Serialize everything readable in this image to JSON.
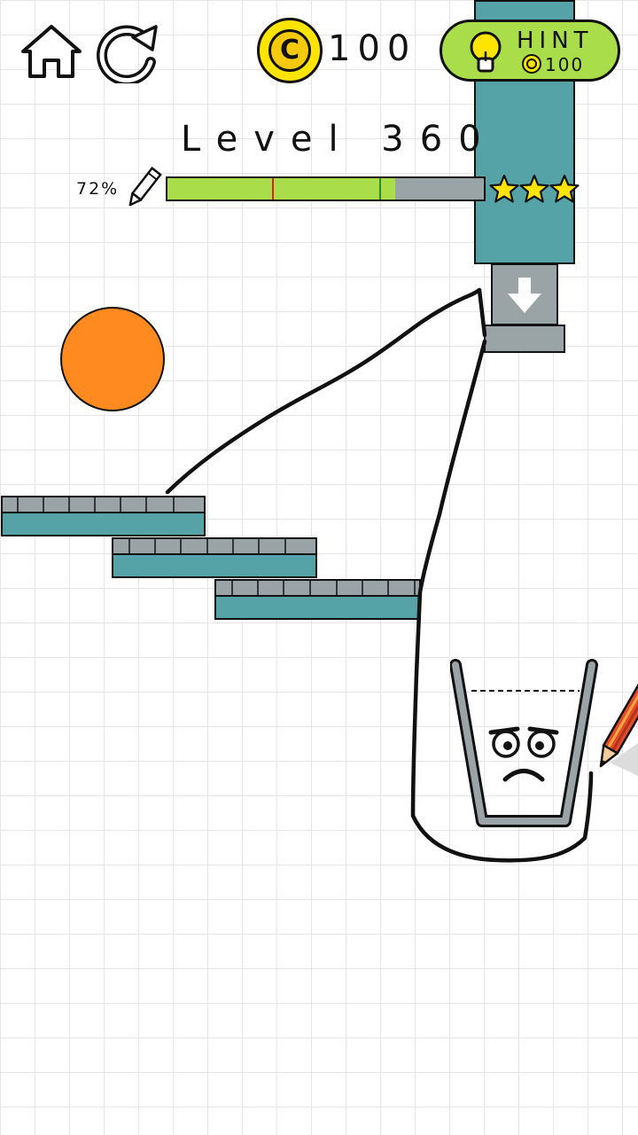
{
  "level": {
    "title": "Level 360"
  },
  "currency": {
    "coins": "100"
  },
  "hint": {
    "label": "HINT",
    "cost": "100"
  },
  "ink": {
    "percent_label": "72%",
    "fill_fraction": 0.72,
    "star_thresholds": [
      0.33,
      0.67
    ]
  },
  "stars": 3,
  "colors": {
    "accent_green": "#a9dd4a",
    "teal": "#55a3a7",
    "ball_orange": "#ff8a1f",
    "coin_yellow": "#ffe400",
    "marker_red": "#e02020",
    "marker_green": "#2c8c2c"
  },
  "icons": {
    "home": "home-icon",
    "restart": "restart-icon",
    "coin": "coin-icon",
    "hint": "lightbulb-icon",
    "pencil": "pencil-icon",
    "star": "star-icon",
    "down_arrow": "arrow-down-icon"
  }
}
